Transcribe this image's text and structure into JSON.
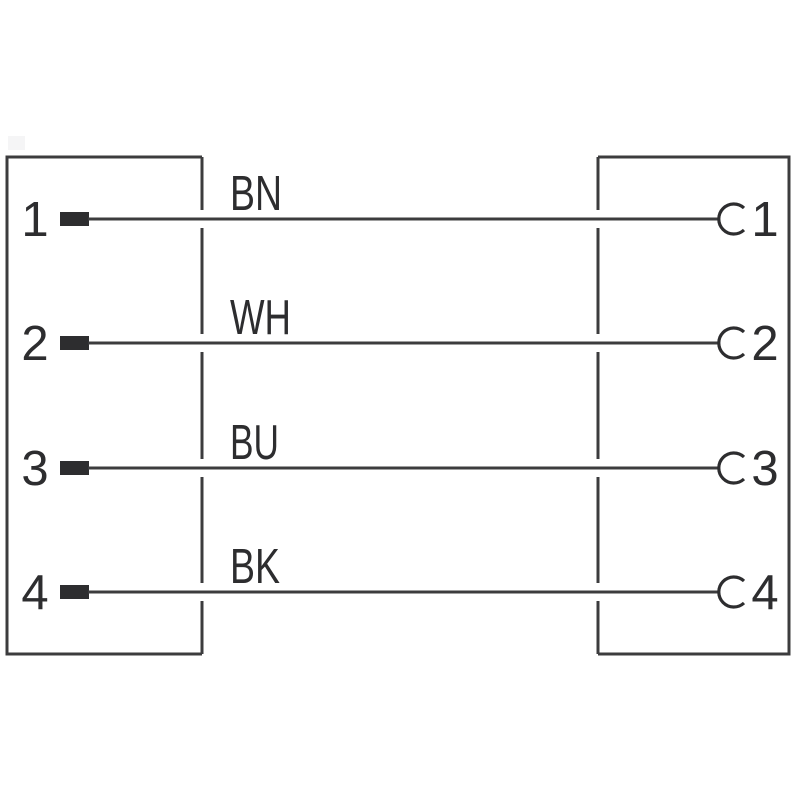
{
  "diagram": {
    "type": "cable-wiring-pinout",
    "background_color": "#ffffff",
    "line_color": "#3c3c3e",
    "text_color": "#2d2d2f",
    "left_connector": {
      "contact_style": "pin",
      "pins": [
        "1",
        "2",
        "3",
        "4"
      ]
    },
    "right_connector": {
      "contact_style": "socket",
      "pins": [
        "1",
        "2",
        "3",
        "4"
      ]
    },
    "wires": [
      {
        "label": "BN",
        "left_pin": "1",
        "right_pin": "1"
      },
      {
        "label": "WH",
        "left_pin": "2",
        "right_pin": "2"
      },
      {
        "label": "BU",
        "left_pin": "3",
        "right_pin": "3"
      },
      {
        "label": "BK",
        "left_pin": "4",
        "right_pin": "4"
      }
    ]
  }
}
